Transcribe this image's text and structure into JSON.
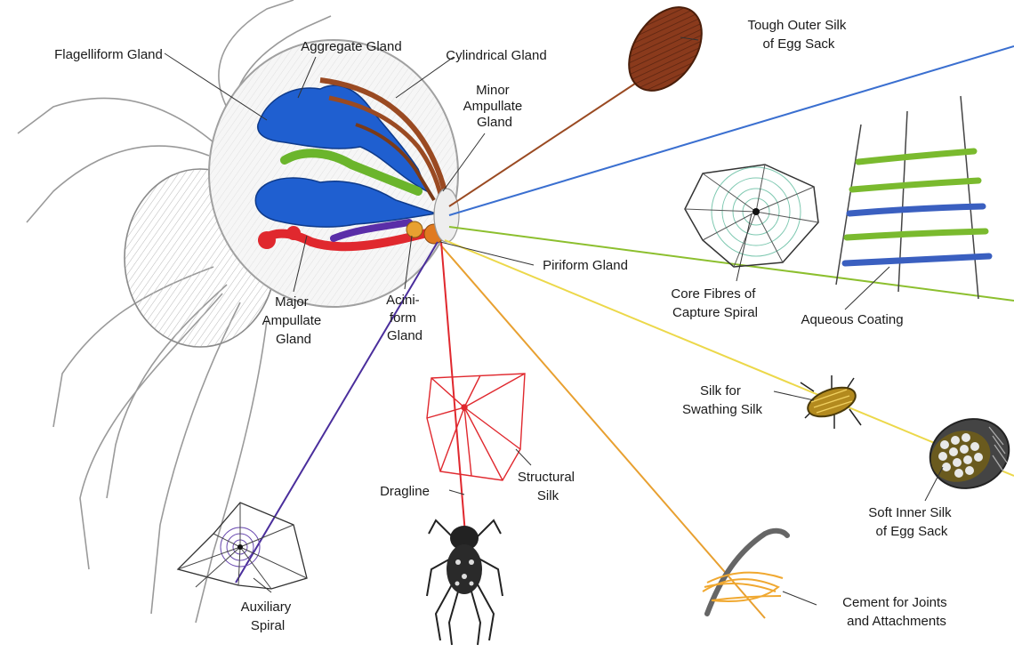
{
  "labels": {
    "flagelliform_gland": "Flagelliform Gland",
    "aggregate_gland": "Aggregate Gland",
    "cylindrical_gland": "Cylindrical Gland",
    "minor_ampullate_gland": [
      "Minor",
      "Ampullate",
      "Gland"
    ],
    "tough_outer_silk": [
      "Tough Outer Silk",
      "of Egg Sack"
    ],
    "piriform_gland": "Piriform Gland",
    "core_fibres": [
      "Core Fibres of",
      "Capture Spiral"
    ],
    "aqueous_coating": "Aqueous Coating",
    "major_ampullate_gland": [
      "Major",
      "Ampullate",
      "Gland"
    ],
    "aciniform_gland": [
      "Acini-",
      "form",
      "Gland"
    ],
    "silk_for_swathing": [
      "Silk for",
      "Swathing Silk"
    ],
    "soft_inner_silk": [
      "Soft Inner Silk",
      "of Egg Sack"
    ],
    "structural_silk": [
      "Structural",
      "Silk"
    ],
    "dragline": "Dragline",
    "auxiliary_spiral": [
      "Auxiliary",
      "Spiral"
    ],
    "cement": [
      "Cement for Joints",
      "and Attachments"
    ]
  },
  "colors": {
    "flagelliform_blue": "#1f5fd0",
    "egg_sack_brown": "#9a4a22",
    "capture_spiral_green": "#8cbf2e",
    "dragline_red": "#e0282e",
    "auxiliary_purple": "#4a2e9c",
    "swathing_yellow": "#ecd84a",
    "cement_orange": "#e8a030",
    "minor_ampullate_green": "#6bb52c"
  }
}
